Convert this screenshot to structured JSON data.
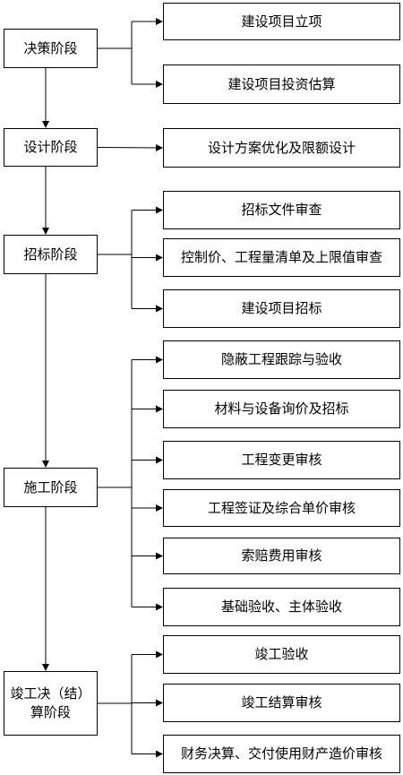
{
  "stages": [
    {
      "label": "决策阶段",
      "tasks": [
        "建设项目立项",
        "建设项目投资估算"
      ]
    },
    {
      "label": "设计阶段",
      "tasks": [
        "设计方案优化及限额设计"
      ]
    },
    {
      "label": "招标阶段",
      "tasks": [
        "招标文件审查",
        "控制价、工程量清单及上限值审查",
        "建设项目招标"
      ]
    },
    {
      "label": "施工阶段",
      "tasks": [
        "隐蔽工程跟踪与验收",
        "材料与设备询价及招标",
        "工程变更审核",
        "工程签证及综合单价审核",
        "索赔费用审核",
        "基础验收、主体验收"
      ]
    },
    {
      "label": "竣工决（结）算阶段",
      "tasks": [
        "竣工验收",
        "竣工结算审核",
        "财务决算、交付使用财产造价审核"
      ]
    }
  ]
}
